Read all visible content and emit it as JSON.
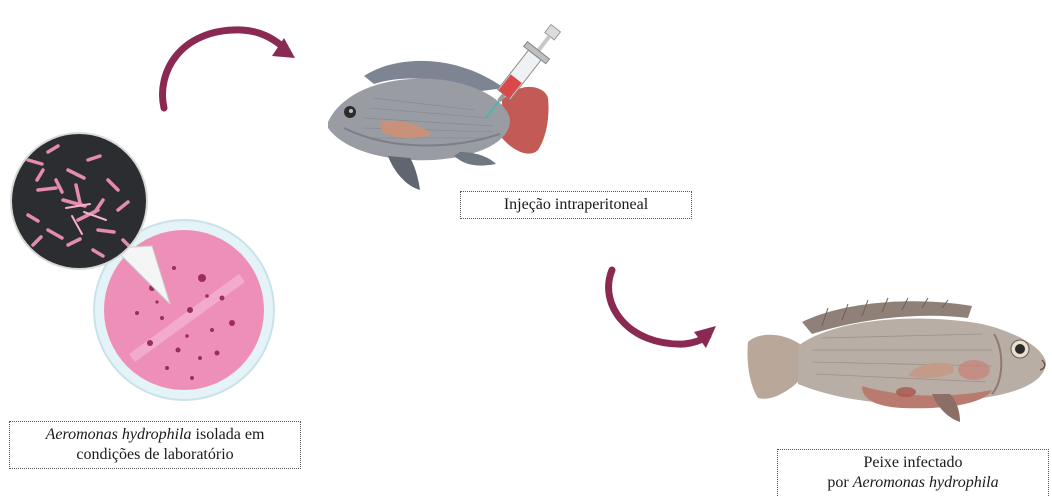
{
  "colors": {
    "arrow": "#8a2a52",
    "petri_pink": "#ee8fb8",
    "petri_rim": "#d8eef5",
    "fish_body": "#9a9ca4",
    "fish_fins": "#c45a55",
    "micrograph_bg": "#2b2d30"
  },
  "labels": {
    "bacteria": {
      "italic": "Aeromonas hydrophila",
      "rest_line1": " isolada em",
      "line2": "condições de laboratório"
    },
    "injection": {
      "text": "Injeção intraperitoneal"
    },
    "infected": {
      "line1": "Peixe infectado",
      "prefix_line2": "por ",
      "italic_line2": "Aeromonas hydrophila"
    }
  },
  "icons": [
    "curved-arrow-icon",
    "petri-dish-icon",
    "bacteria-micrograph-icon",
    "syringe-icon",
    "healthy-fish-icon",
    "infected-fish-icon"
  ]
}
